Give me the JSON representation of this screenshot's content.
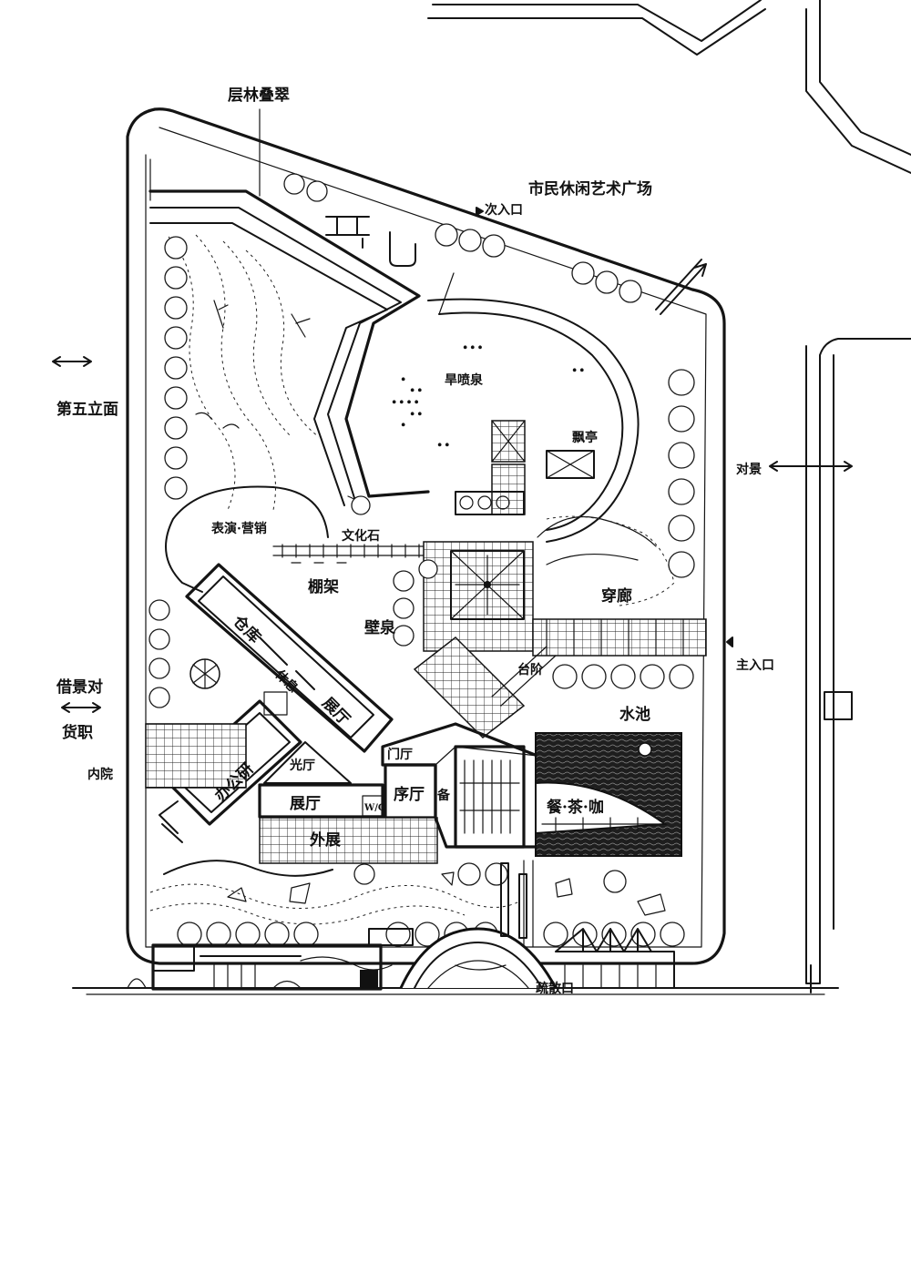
{
  "labels": {
    "pergola_trees": "层林叠翠",
    "citizen_plaza": "市民休闲艺术广场",
    "secondary_entry": "次入口",
    "fifth_facade": "第五立面",
    "dry_fountain": "旱喷泉",
    "pavilion": "飘亭",
    "scenic": "对景",
    "performance": "表演·营销",
    "culture_stone": "文化石",
    "trellis": "棚架",
    "wall_fountain": "壁泉",
    "corridor": "穿廊",
    "main_entry": "主入口",
    "borrowed_view": "借景对",
    "freight": "货职",
    "inner_yard": "内院",
    "storage": "仓库",
    "break_room": "休息",
    "exhibit_hall_a": "展厅",
    "office": "办公研",
    "light_hall": "光厅",
    "exhibit_hall_b": "展厅",
    "wc": "W/C",
    "foyer": "序厅",
    "outdoor_exhibit": "外展",
    "lobby": "门厅",
    "prep": "备",
    "ramp": "台阶",
    "water_pool": "水池",
    "cafe": "餐·茶·咖",
    "evacuation_exit": "疏散口"
  }
}
